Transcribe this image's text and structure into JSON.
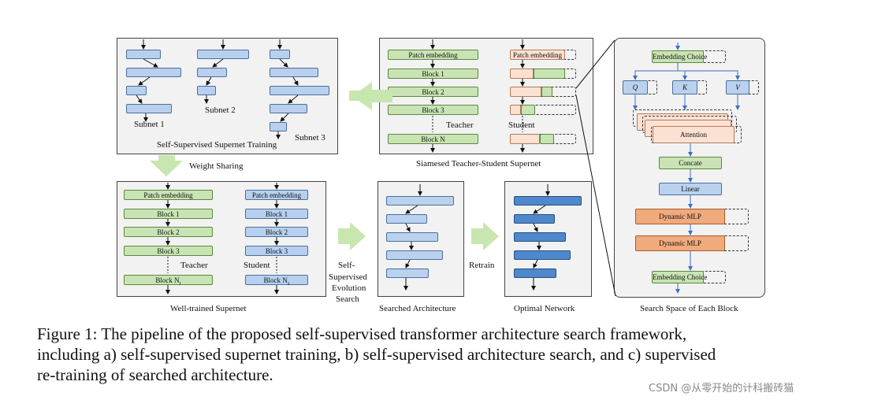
{
  "figure": {
    "panel1": {
      "caption": "Self-Supervised Supernet Training",
      "subnets": [
        "Subnet 1",
        "Subnet 2",
        "Subnet 3"
      ]
    },
    "panel2": {
      "caption": "Siamesed Teacher-Student Supernet",
      "blocks": [
        "Patch embedding",
        "Block 1",
        "Block 2",
        "Block 3",
        "Block N"
      ],
      "student_patch": "Patch embedding",
      "teacher": "Teacher",
      "student": "Student"
    },
    "weight_sharing": "Weight Sharing",
    "panel3": {
      "caption": "Well-trained Supernet",
      "teacher_blocks": [
        "Patch embedding",
        "Block 1",
        "Block 2",
        "Block 3"
      ],
      "teacher_last": "Block N",
      "teacher_sub": "t",
      "student_blocks": [
        "Patch embedding",
        "Block  1",
        "Block  2",
        "Block  3"
      ],
      "student_last": "Block  N",
      "student_sub": "s",
      "teacher": "Teacher",
      "student": "Student"
    },
    "evolution": [
      "Self-",
      "Supervised",
      "Evolution",
      "Search"
    ],
    "panel4": {
      "caption": "Searched Architecture"
    },
    "retrain": "Retrain",
    "panel5": {
      "caption": "Optimal Network"
    },
    "panel6": {
      "caption": "Search Space of Each Block",
      "embedding_choice": "Embedding Choice",
      "q": "Q",
      "k": "K",
      "v": "V",
      "attention": "Attention",
      "concate": "Concate",
      "linear": "Linear",
      "mlp": "Dynamic MLP"
    }
  },
  "caption": {
    "line1": "Figure 1: The pipeline of the proposed self-supervised transformer architecture search framework,",
    "line2": "including a) self-supervised supernet training, b) self-supervised architecture search, and c) supervised",
    "line3": "re-training of searched architecture."
  },
  "watermark": "CSDN @从零开始的计科搬砖猫",
  "colors": {
    "green": "#c9e3b5",
    "blue": "#b8d0ee",
    "dark_blue": "#4f88cc",
    "peach": "#fbe1d2",
    "orange": "#f1aa7c",
    "arrow_green": "#c8e6b0"
  }
}
